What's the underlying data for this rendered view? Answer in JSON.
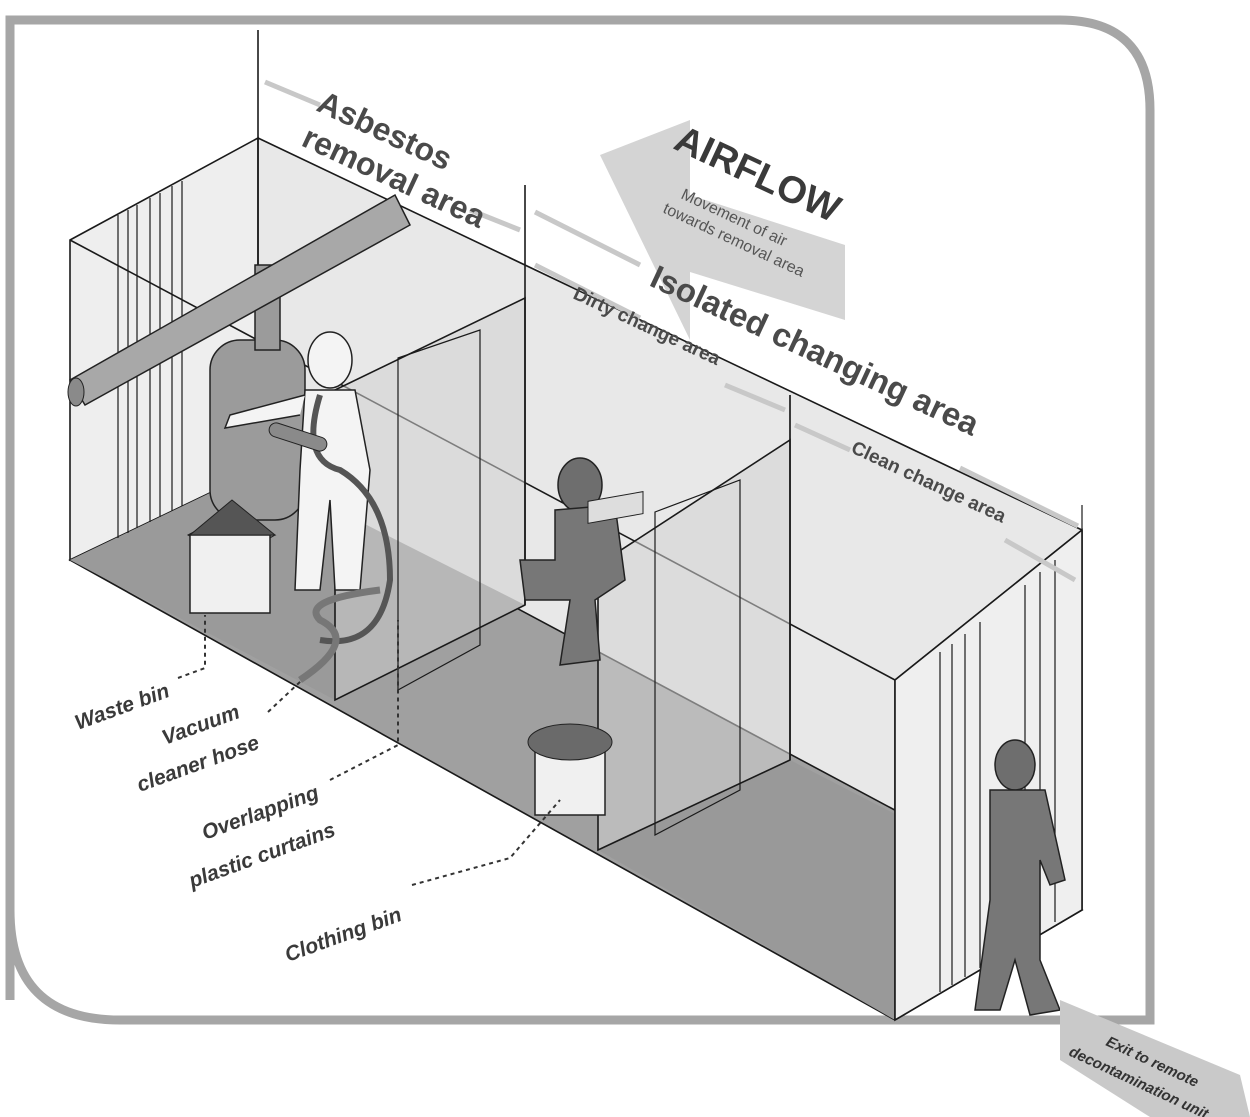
{
  "sections": {
    "asbestos_line1": "Asbestos",
    "asbestos_line2": "removal area",
    "isolated": "Isolated changing area",
    "dirty": "Dirty change area",
    "clean": "Clean change area"
  },
  "airflow": {
    "title": "AIRFLOW",
    "desc_line1": "Movement of air",
    "desc_line2": "towards removal area"
  },
  "labels": {
    "waste_bin": "Waste bin",
    "vacuum_line1": "Vacuum",
    "vacuum_line2": "cleaner hose",
    "curtains_line1": "Overlapping",
    "curtains_line2": "plastic curtains",
    "clothing_bin": "Clothing bin",
    "exit_line1": "Exit to remote",
    "exit_line2": "decontamination unit"
  },
  "colors": {
    "frame": "#a6a6a6",
    "arrow": "#d4d4d4",
    "floor": "#999999",
    "wall": "#d9d9d9",
    "figure": "#7a7a7a"
  }
}
